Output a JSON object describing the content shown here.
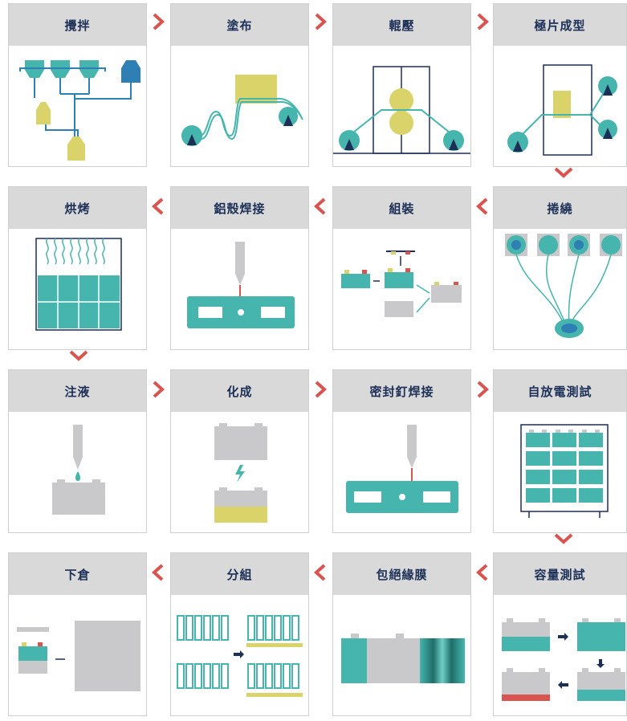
{
  "steps": [
    {
      "label": "攪拌"
    },
    {
      "label": "塗布"
    },
    {
      "label": "輥壓"
    },
    {
      "label": "極片成型"
    },
    {
      "label": "烘烤"
    },
    {
      "label": "鋁殼焊接"
    },
    {
      "label": "組裝"
    },
    {
      "label": "捲繞"
    },
    {
      "label": "注液"
    },
    {
      "label": "化成"
    },
    {
      "label": "密封釘焊接"
    },
    {
      "label": "自放電測試"
    },
    {
      "label": "下倉"
    },
    {
      "label": "分組"
    },
    {
      "label": "包絕緣膜"
    },
    {
      "label": "容量測試"
    }
  ],
  "colors": {
    "teal": "#45b5ad",
    "navy": "#1c2f57",
    "yellow": "#d9d36a",
    "gray": "#c9c9cb",
    "red": "#d9534f",
    "blue": "#2e7fb4",
    "header_bg": "#d9d9d9"
  }
}
